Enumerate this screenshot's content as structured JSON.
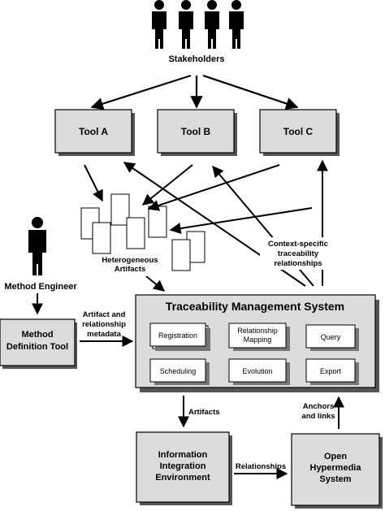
{
  "colors": {
    "box_fill": "#dcdcdc",
    "box_shadow": "#555555",
    "stroke": "#000000",
    "figure": "#000000"
  },
  "icons": {
    "stakeholders": "person-group-icon",
    "method_engineer": "person-icon",
    "artifacts": "document-stack-icon"
  },
  "labels": {
    "stakeholders": "Stakeholders",
    "tool_a": "Tool A",
    "tool_b": "Tool B",
    "tool_c": "Tool C",
    "heterogeneous_1": "Heterogeneous",
    "heterogeneous_2": "Artifacts",
    "context_1": "Context-specific",
    "context_2": "traceability",
    "context_3": "relationships",
    "method_engineer": "Method Engineer",
    "mdt_1": "Method",
    "mdt_2": "Definition Tool",
    "meta_1": "Artifact and",
    "meta_2": "relationship",
    "meta_3": "metadata",
    "tms_title": "Traceability Management System",
    "registration": "Registration",
    "relmap_1": "Relationship",
    "relmap_2": "Mapping",
    "query": "Query",
    "scheduling": "Scheduling",
    "evolution": "Evolution",
    "export": "Export",
    "artifacts_edge": "Artifacts",
    "anchors_1": "Anchors",
    "anchors_2": "and links",
    "iie_1": "Information",
    "iie_2": "Integration",
    "iie_3": "Environment",
    "relationships_edge": "Relationships",
    "ohs_1": "Open",
    "ohs_2": "Hypermedia",
    "ohs_3": "System"
  }
}
